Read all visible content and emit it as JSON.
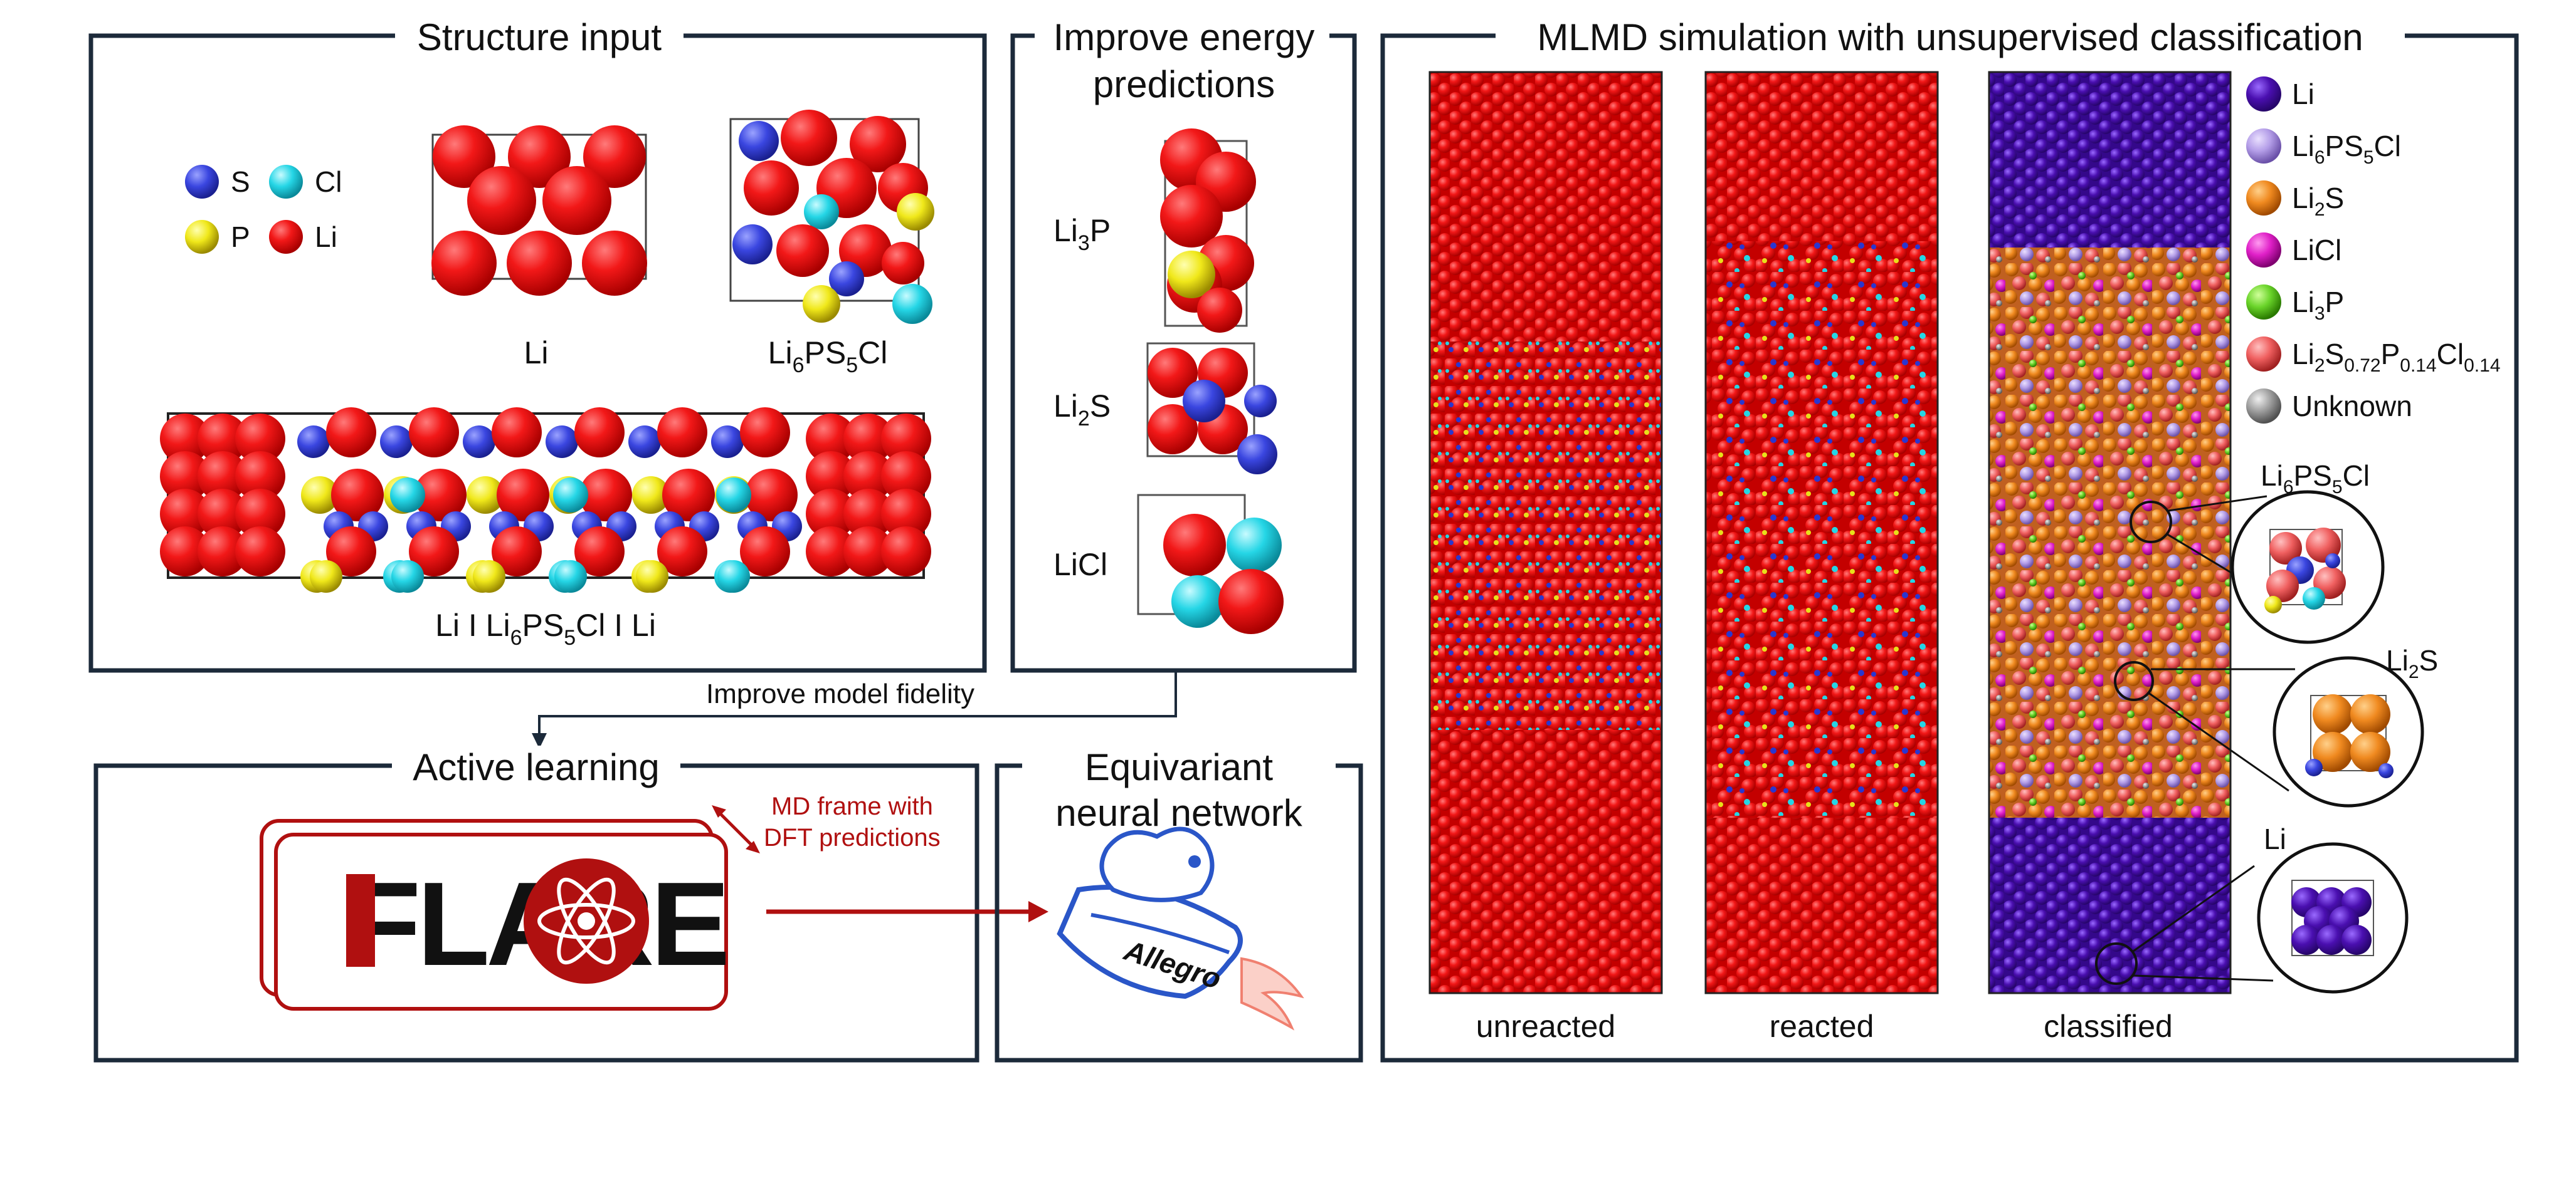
{
  "panels": {
    "structure_input": {
      "title": "Structure input",
      "legend": [
        {
          "sym": "S",
          "color": "#3a46e0"
        },
        {
          "sym": "Cl",
          "color": "#25d6e6"
        },
        {
          "sym": "P",
          "color": "#e8e01a"
        },
        {
          "sym": "Li",
          "color": "#e8141a"
        }
      ],
      "li_label": "Li",
      "lpsc_label": {
        "a": "Li",
        "b": "6",
        "c": "PS",
        "d": "5",
        "e": "Cl"
      },
      "interface_label": {
        "a": "Li I Li",
        "b": "6",
        "c": "PS",
        "d": "5",
        "e": "Cl I Li"
      }
    },
    "improve_energy": {
      "title_line1": "Improve energy",
      "title_line2": "predictions",
      "items": [
        {
          "a": "Li",
          "b": "3",
          "c": "P"
        },
        {
          "a": "Li",
          "b": "2",
          "c": "S"
        },
        {
          "a": "LiCl",
          "b": "",
          "c": ""
        }
      ]
    },
    "mlmd": {
      "title": "MLMD simulation with unsupervised classification",
      "columns": [
        "unreacted",
        "reacted",
        "classified"
      ],
      "legend": [
        {
          "label": "Li",
          "sub": "",
          "color": "#4a0fb0"
        },
        {
          "label": "Li6PS5Cl",
          "color": "#b49ee8"
        },
        {
          "label": "Li2S",
          "color": "#f08a20"
        },
        {
          "label": "LiCl",
          "color": "#e020c8"
        },
        {
          "label": "Li3P",
          "color": "#6ad42a"
        },
        {
          "label": "Li2S0.72P0.14Cl0.14",
          "color": "#f06060"
        },
        {
          "label": "Unknown",
          "color": "#a0a0a0"
        }
      ],
      "zoom_labels": {
        "lpsc": {
          "a": "Li",
          "b": "6",
          "c": "PS",
          "d": "5",
          "e": "Cl"
        },
        "li2s": {
          "a": "Li",
          "b": "2",
          "c": "S"
        },
        "li": "Li"
      }
    },
    "feedback": {
      "label": "Improve model fidelity"
    },
    "active_learning": {
      "title": "Active learning",
      "logo_text": "FLARE",
      "note_line1": "MD frame with",
      "note_line2": "DFT predictions"
    },
    "equivariant": {
      "title_line1": "Equivariant",
      "title_line2": "neural network",
      "logo_text": "Allegro"
    }
  },
  "colors": {
    "frame": "#1c2a3a",
    "li": "#e8141a",
    "s": "#3a46e0",
    "cl": "#25d6e6",
    "p": "#e8e01a",
    "flare_red": "#b01010",
    "allegro_blue": "#2a56c8",
    "classified_li": "#4a0fb0"
  }
}
